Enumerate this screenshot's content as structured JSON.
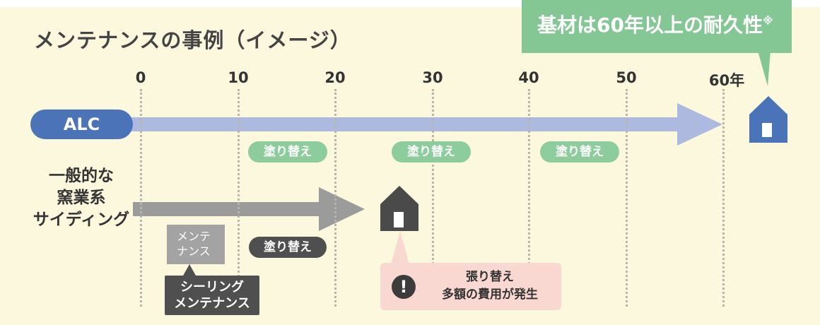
{
  "title": "メンテナンスの事例（イメージ）",
  "callout": {
    "text": "基材は60年以上の耐久性",
    "note_mark": "※"
  },
  "timeline": {
    "ticks": [
      "0",
      "10",
      "20",
      "30",
      "40",
      "50",
      "60年"
    ]
  },
  "alc": {
    "label": "ALC",
    "repaint_labels": [
      "塗り替え",
      "塗り替え",
      "塗り替え"
    ]
  },
  "general": {
    "label_lines": [
      "一般的な",
      "窯業系",
      "サイディング"
    ],
    "maintenance_lines": [
      "メンテ",
      "ナンス"
    ],
    "repaint_label": "塗り替え",
    "sealing_lines": [
      "シーリング",
      "メンテナンス"
    ],
    "warning_lines": [
      "張り替え",
      "多額の費用が発生"
    ],
    "warning_icon": "!"
  },
  "colors": {
    "background": "#fcf8dd",
    "alc_blue": "#4b74b8",
    "alc_arrow": "#adb9df",
    "green": "#84c795",
    "gray_arrow": "#9b9b9b",
    "dark": "#4f4f4f",
    "warning_bg": "#fad8d2"
  },
  "icons": [
    "house-blue-icon",
    "house-dark-icon",
    "exclamation-icon"
  ]
}
